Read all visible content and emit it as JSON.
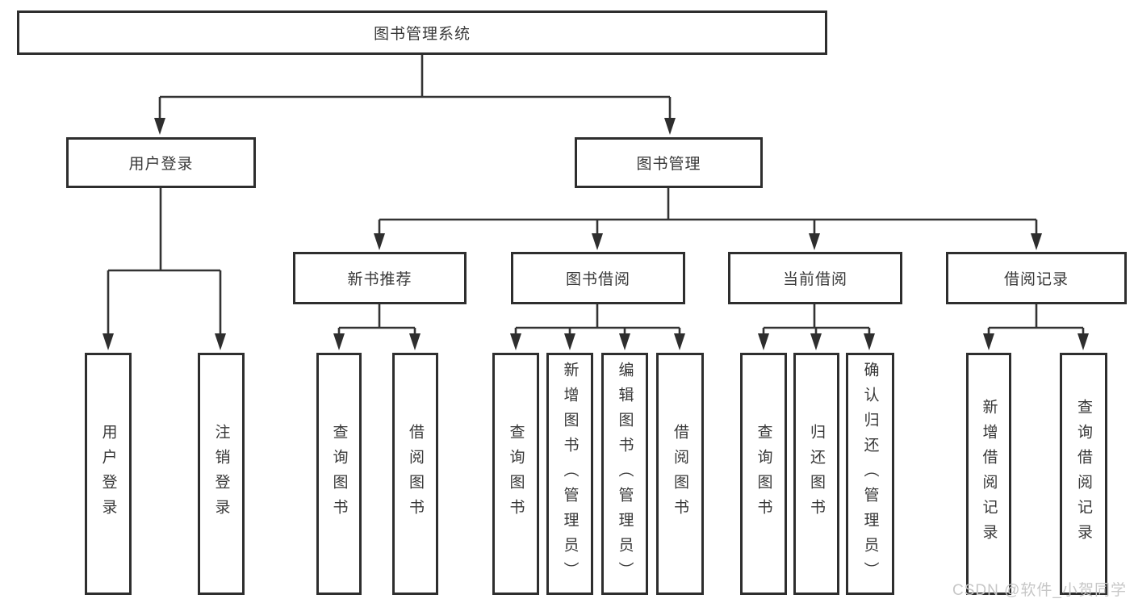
{
  "root": {
    "label": "图书管理系统"
  },
  "branches": [
    {
      "label": "用户登录",
      "leaves": [
        "用户登录",
        "注销登录"
      ]
    },
    {
      "label": "图书管理",
      "groups": [
        {
          "label": "新书推荐",
          "leaves": [
            "查询图书",
            "借阅图书"
          ]
        },
        {
          "label": "图书借阅",
          "leaves": [
            "查询图书",
            "新增图书（管理员）",
            "编辑图书（管理员）",
            "借阅图书"
          ]
        },
        {
          "label": "当前借阅",
          "leaves": [
            "查询图书",
            "归还图书",
            "确认归还（管理员）"
          ]
        },
        {
          "label": "借阅记录",
          "leaves": [
            "新增借阅记录",
            "查询借阅记录"
          ]
        }
      ]
    }
  ],
  "watermark": {
    "text": "CSDN @软件_小贺同学"
  },
  "colors": {
    "background": "#ffffff",
    "box_border": "#2e2e2e",
    "line": "#333333",
    "text": "#383838",
    "watermark": "#c7c7c7"
  }
}
